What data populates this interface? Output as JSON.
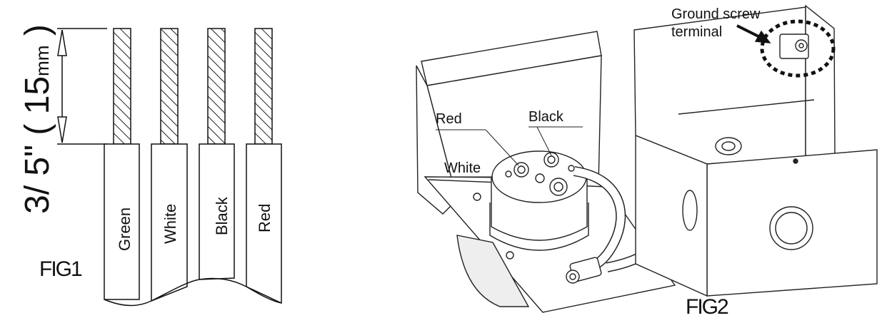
{
  "fig1": {
    "measurement_main": "3/ 5\" ( 15",
    "measurement_unit": "mm",
    "measurement_close": " )",
    "wires": [
      {
        "label": "Green"
      },
      {
        "label": "White"
      },
      {
        "label": "Black"
      },
      {
        "label": "Red"
      }
    ],
    "caption": "FIG1"
  },
  "fig2": {
    "callout_line1": "Ground screw",
    "callout_line2": "terminal",
    "label_red": "Red",
    "label_black": "Black",
    "label_white": "White",
    "caption": "FIG2"
  }
}
